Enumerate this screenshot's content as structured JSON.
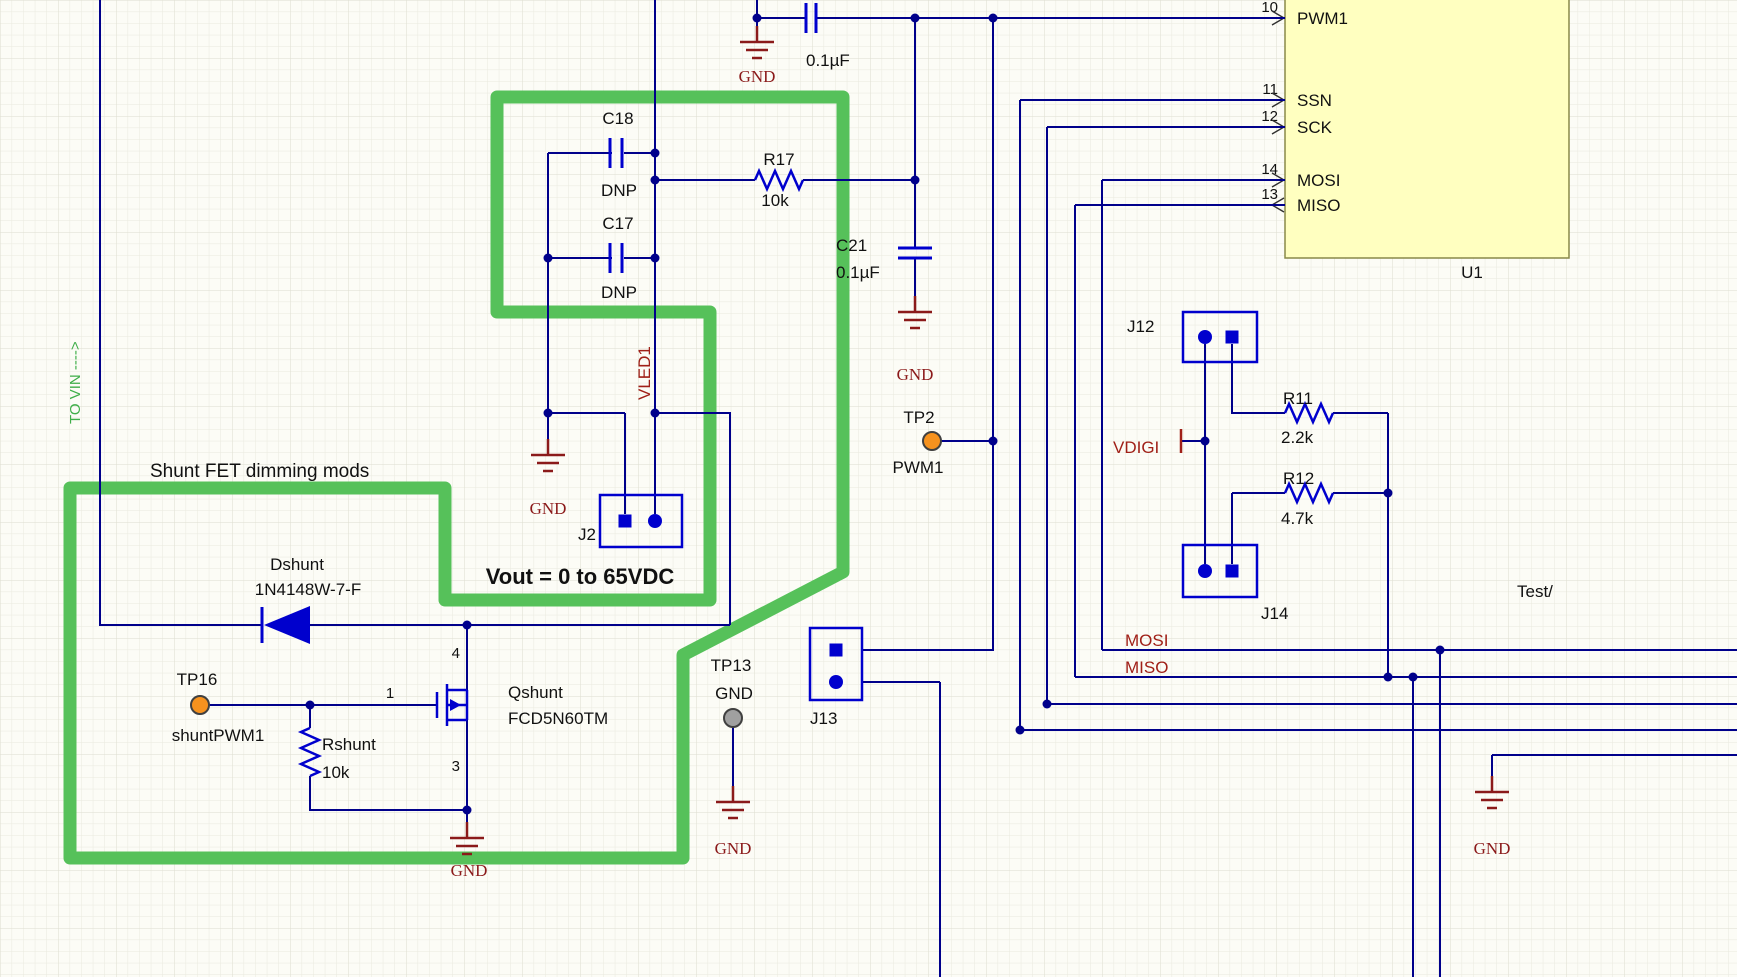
{
  "nets": {
    "to_vin": "TO VIN ---->",
    "vled1": "VLED1",
    "vdigi": "VDIGI",
    "mosi": "MOSI",
    "miso": "MISO",
    "gnd": "GND",
    "test_partial": "Test/"
  },
  "annotations": {
    "shunt_mods": "Shunt FET dimming mods",
    "vout_note": "Vout = 0 to 65VDC"
  },
  "components": {
    "u1": {
      "ref": "U1",
      "pins": [
        {
          "num": "10",
          "name": "PWM1"
        },
        {
          "num": "11",
          "name": "SSN"
        },
        {
          "num": "12",
          "name": "SCK"
        },
        {
          "num": "14",
          "name": "MOSI"
        },
        {
          "num": "13",
          "name": "MISO"
        }
      ]
    },
    "c_top": {
      "value": "0.1µF"
    },
    "c18": {
      "ref": "C18",
      "note": "DNP"
    },
    "c17": {
      "ref": "C17",
      "note": "DNP"
    },
    "r17": {
      "ref": "R17",
      "value": "10k"
    },
    "c21": {
      "ref": "C21",
      "value": "0.1µF"
    },
    "j2": {
      "ref": "J2"
    },
    "j12": {
      "ref": "J12"
    },
    "j13": {
      "ref": "J13"
    },
    "j14": {
      "ref": "J14"
    },
    "r11": {
      "ref": "R11",
      "value": "2.2k"
    },
    "r12": {
      "ref": "R12",
      "value": "4.7k"
    },
    "dshunt": {
      "ref": "Dshunt",
      "part": "1N4148W-7-F"
    },
    "qshunt": {
      "ref": "Qshunt",
      "part": "FCD5N60TM",
      "pin_drain": "4",
      "pin_gate": "1",
      "pin_source": "3"
    },
    "rshunt": {
      "ref": "Rshunt",
      "value": "10k"
    },
    "tp2": {
      "ref": "TP2",
      "net": "PWM1"
    },
    "tp13": {
      "ref": "TP13",
      "net": "GND"
    },
    "tp16": {
      "ref": "TP16",
      "net": "shuntPWM1"
    }
  },
  "colors": {
    "wire_blue": "#00008b",
    "symbol_blue": "#0000cd",
    "highlight_green": "#56c15a",
    "power_red": "#8b1a1a",
    "net_label_red": "#a02018",
    "part_body_yellow": "#ffffc0",
    "testpoint_orange": "#f6921e",
    "testpoint_gray": "#a0a0a0"
  }
}
